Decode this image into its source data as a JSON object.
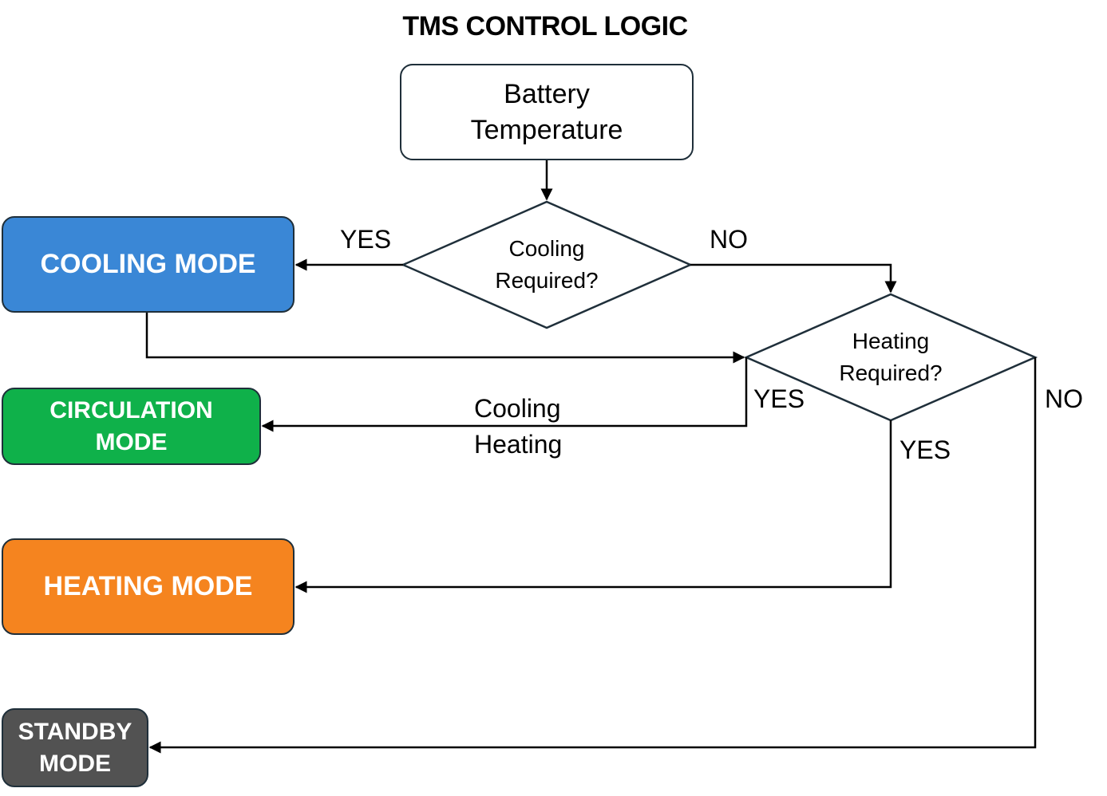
{
  "title": "TMS CONTROL LOGIC",
  "nodes": {
    "battery_temperature": "Battery\nTemperature",
    "cooling_required": "Cooling\nRequired?",
    "heating_required": "Heating\nRequired?",
    "cooling_mode": "COOLING MODE",
    "circulation_mode": "CIRCULATION\nMODE",
    "heating_mode": "HEATING MODE",
    "standby_mode": "STANDBY\nMODE"
  },
  "edge_labels": {
    "cooling_yes": "YES",
    "cooling_no": "NO",
    "heating_yes_left": "YES",
    "heating_yes_down": "YES",
    "heating_no": "NO",
    "circulation_note": "Cooling\nHeating"
  },
  "colors": {
    "cooling": "#3a87d6",
    "circulation": "#0fb14a",
    "heating": "#f5841f",
    "standby": "#525252",
    "border": "#1f2f3a"
  }
}
